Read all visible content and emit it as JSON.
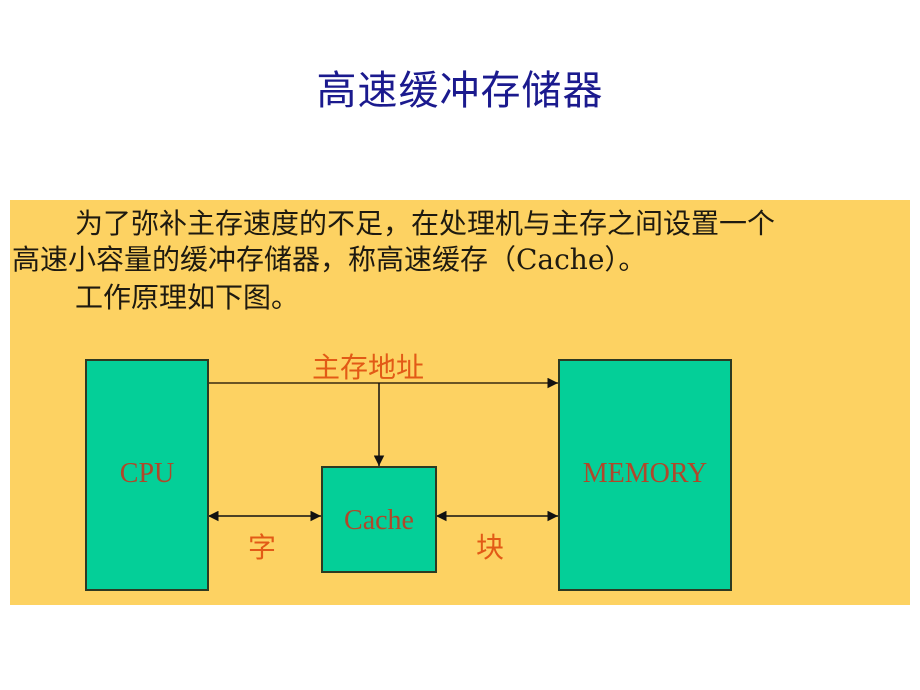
{
  "title": "高速缓冲存储器",
  "paragraph": {
    "line1": "为了弥补主存速度的不足，在处理机与主存之间设置一个",
    "line2": "高速小容量的缓冲存储器，称高速缓存（Cache）。",
    "line3": "工作原理如下图。"
  },
  "diagram": {
    "nodes": {
      "cpu": "CPU",
      "cache": "Cache",
      "memory": "MEMORY"
    },
    "edges": {
      "address": "主存地址",
      "word": "字",
      "block": "块"
    }
  },
  "colors": {
    "title": "#1b1a8e",
    "panel_bg": "#fdd262",
    "box_fill": "#04cf98",
    "box_label": "#b0472a",
    "edge_label": "#e25a16"
  }
}
